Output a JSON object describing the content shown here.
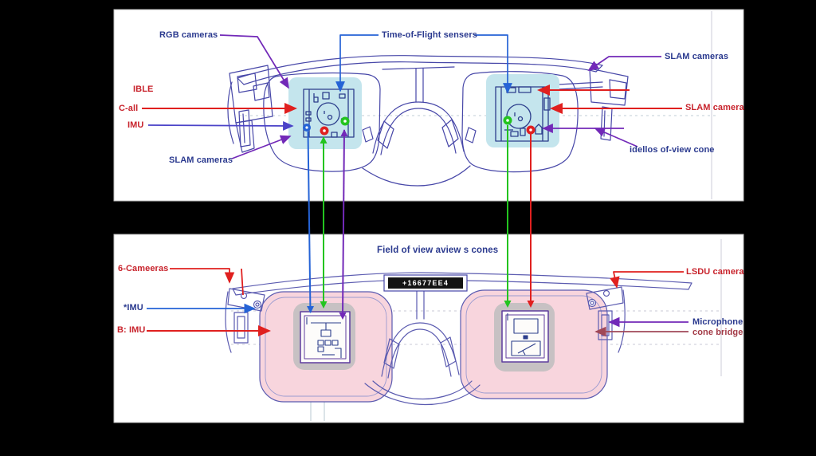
{
  "top_panel": {
    "labels": {
      "rgb_cameras": "RGB cameras",
      "tof_sensors": "Time-of-Flight sensers",
      "slam_cameras_right": "SLAM cameras",
      "ible": "IBLE",
      "c_all": "C-all",
      "imu": "IMU",
      "slam_cameras_left": "SLAM cameras",
      "slam_camera_red": "SLAM camera",
      "fov_cone": "idellos of-view cone"
    }
  },
  "bottom_panel": {
    "title": "Field of view aview s cones",
    "badge_text": "+16677EE4",
    "labels": {
      "six_cameras": "6-Cameeras",
      "imu_star": "*IMU",
      "b_imu": "B: IMU",
      "lsdu_camera": "LSDU camera",
      "microphone": "Microphone",
      "cone_bridge": "cone bridge"
    }
  },
  "colors": {
    "background": "#000000",
    "panel": "#ffffff",
    "navy_text": "#2b3a8f",
    "red_text": "#c8232c",
    "frame_line": "#4747a8",
    "module_highlight": "#c4e5ed",
    "lens_pink": "#f8d5dd",
    "pad_gray": "#c7c1c3",
    "module_outline": "#5f3d9e",
    "arrow_blue": "#2563d6",
    "arrow_green": "#23c41f",
    "arrow_purple": "#7229b8",
    "arrow_red": "#e0201f",
    "arrow_violet": "#4b43c8",
    "arrow_maroon": "#a04858",
    "badge_bg": "#141414"
  }
}
